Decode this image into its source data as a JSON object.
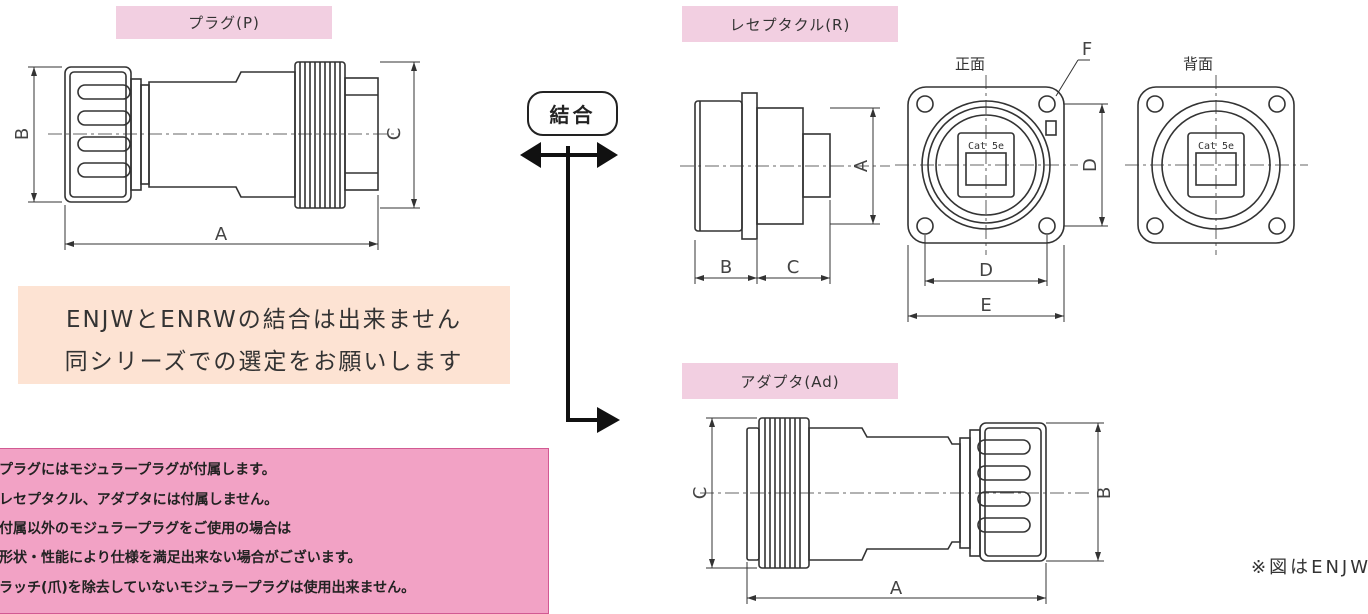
{
  "sections": {
    "plug_title": "プラグ(P)",
    "receptacle_title": "レセプタクル(R)",
    "adapter_title": "アダプタ(Ad)"
  },
  "views": {
    "front": "正面",
    "back": "背面"
  },
  "jacks": {
    "front_text": "Cat 5e",
    "back_text": "Cat 5e"
  },
  "dimensions": {
    "plug": {
      "a": "A",
      "b": "B",
      "c": "C"
    },
    "receptacle": {
      "a": "A",
      "b": "B",
      "c": "C",
      "d_vertical": "D",
      "d_horizontal": "D",
      "e": "E",
      "f": "F"
    },
    "adapter": {
      "a": "A",
      "b": "B",
      "c": "C"
    }
  },
  "join_button": "結合",
  "notice": {
    "line1": "ENJWとENRWの結合は出来ません",
    "line2": "同シリーズでの選定をお願いします"
  },
  "notes": [
    "プラグにはモジュラープラグが付属します。",
    "レセプタクル、アダプタには付属しません。",
    "付属以外のモジュラープラグをご使用の場合は",
    "形状・性能により仕様を満足出来ない場合がございます。",
    "ラッチ(爪)を除去していないモジュラープラグは使用出来ません。"
  ],
  "footnote": "※図はENJW",
  "colors": {
    "title_bg": "#f2cfe1",
    "notice_bg": "#fde3d3",
    "notes_bg": "#f2a2c5",
    "notes_border": "#d25a93"
  }
}
